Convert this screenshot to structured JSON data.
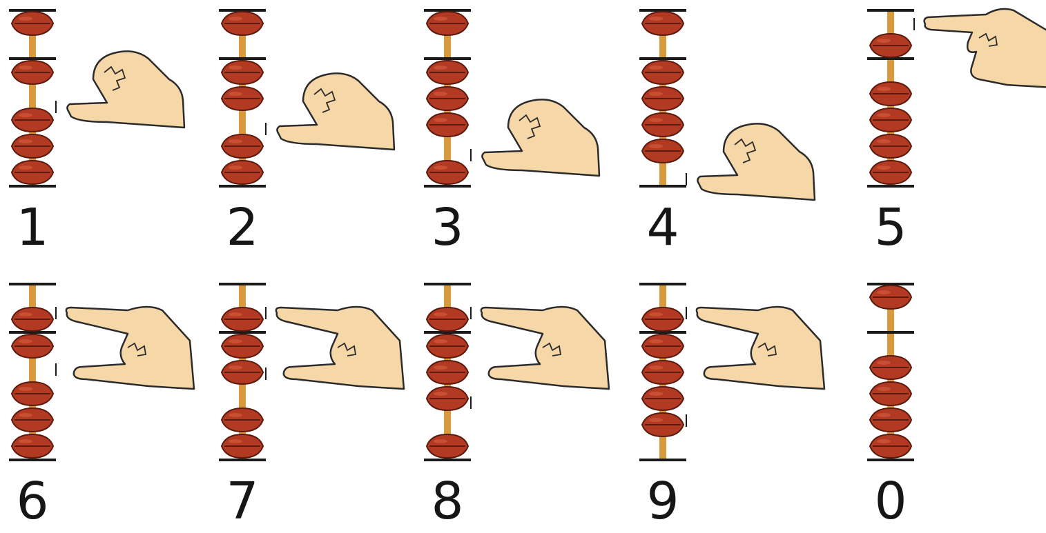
{
  "colors": {
    "bead": "#b33a22",
    "bead_dark": "#5a1a0e",
    "bead_highlight": "#d9603f",
    "rod": "#d99a3c",
    "frame": "#1a1a1a",
    "skin": "#f6d7a8",
    "skin_outline": "#2b2b2b",
    "digit_text": "#161616"
  },
  "digits": [
    {
      "label": "1",
      "value": 1,
      "hand": "thumb"
    },
    {
      "label": "2",
      "value": 2,
      "hand": "thumb"
    },
    {
      "label": "3",
      "value": 3,
      "hand": "thumb"
    },
    {
      "label": "4",
      "value": 4,
      "hand": "thumb"
    },
    {
      "label": "5",
      "value": 5,
      "hand": "index"
    },
    {
      "label": "6",
      "value": 6,
      "hand": "pinch"
    },
    {
      "label": "7",
      "value": 7,
      "hand": "pinch"
    },
    {
      "label": "8",
      "value": 8,
      "hand": "pinch"
    },
    {
      "label": "9",
      "value": 9,
      "hand": "pinch"
    },
    {
      "label": "0",
      "value": 0,
      "hand": "none"
    }
  ]
}
